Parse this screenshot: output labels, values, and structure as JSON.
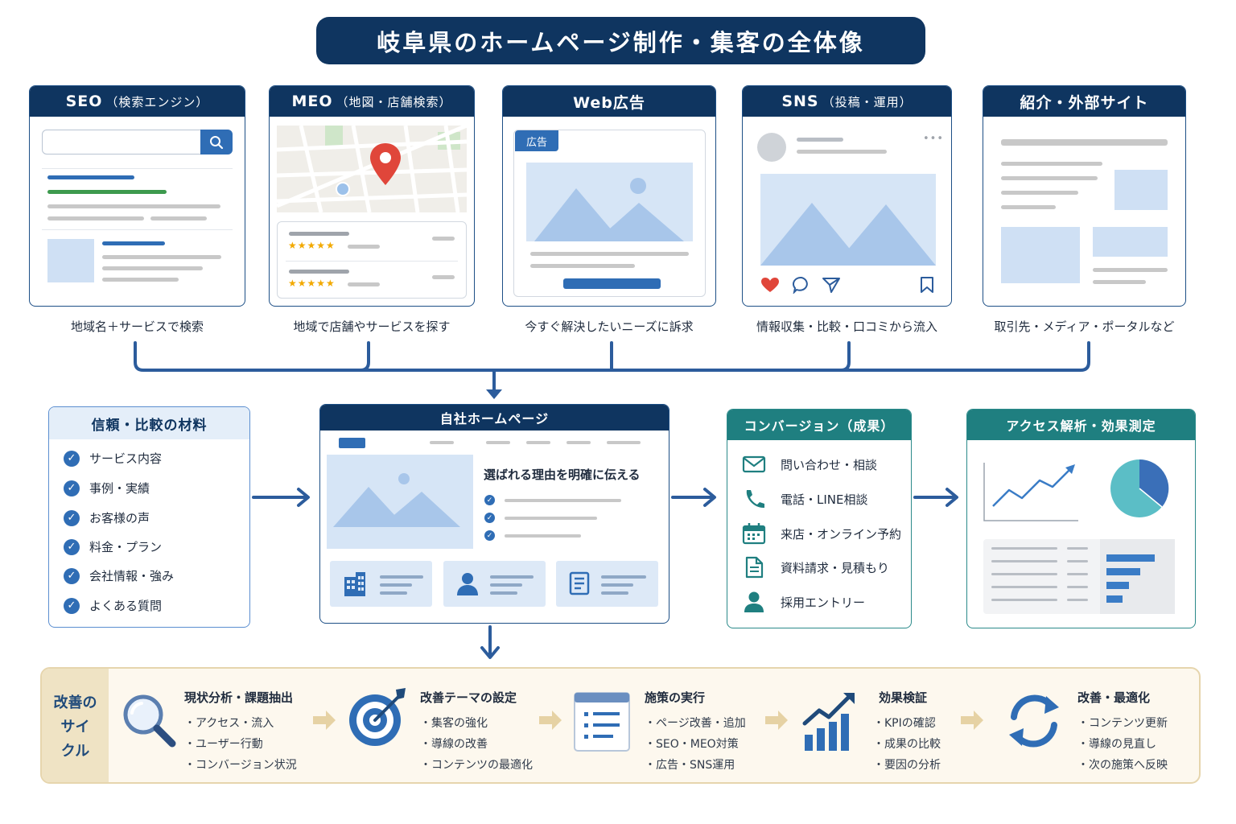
{
  "title": "岐阜県のホームページ制作・集客の全体像",
  "channels": [
    {
      "name": "SEO",
      "sub": "（検索エンジン）",
      "caption": "地域名＋サービスで検索"
    },
    {
      "name": "MEO",
      "sub": "（地図・店舗検索）",
      "caption": "地域で店舗やサービスを探す"
    },
    {
      "name": "Web広告",
      "sub": "",
      "caption": "今すぐ解決したいニーズに訴求",
      "ad_badge": "広告"
    },
    {
      "name": "SNS",
      "sub": "（投稿・運用）",
      "caption": "情報収集・比較・口コミから流入"
    },
    {
      "name": "紹介・外部サイト",
      "sub": "",
      "caption": "取引先・メディア・ポータルなど"
    }
  ],
  "materials": {
    "title": "信頼・比較の材料",
    "items": [
      "サービス内容",
      "事例・実績",
      "お客様の声",
      "料金・プラン",
      "会社情報・強み",
      "よくある質問"
    ]
  },
  "homepage": {
    "title": "自社ホームページ",
    "hero_text": "選ばれる理由を明確に伝える"
  },
  "conversion": {
    "title": "コンバージョン（成果）",
    "items": [
      {
        "icon": "mail-icon",
        "label": "問い合わせ・相談"
      },
      {
        "icon": "phone-icon",
        "label": "電話・LINE相談"
      },
      {
        "icon": "calendar-icon",
        "label": "来店・オンライン予約"
      },
      {
        "icon": "document-icon",
        "label": "資料請求・見積もり"
      },
      {
        "icon": "person-icon",
        "label": "採用エントリー"
      }
    ]
  },
  "analysis": {
    "title": "アクセス解析・効果測定"
  },
  "cycle": {
    "label_lines": [
      "改善の",
      "サイ",
      "クル"
    ],
    "steps": [
      {
        "icon": "magnifier-icon",
        "title": "現状分析・課題抽出",
        "items": [
          "・アクセス・流入",
          "・ユーザー行動",
          "・コンバージョン状況"
        ]
      },
      {
        "icon": "target-icon",
        "title": "改善テーマの設定",
        "items": [
          "・集客の強化",
          "・導線の改善",
          "・コンテンツの最適化"
        ]
      },
      {
        "icon": "list-window-icon",
        "title": "施策の実行",
        "items": [
          "・ページ改善・追加",
          "・SEO・MEO対策",
          "・広告・SNS運用"
        ]
      },
      {
        "icon": "growth-chart-icon",
        "title": "効果検証",
        "items": [
          "・KPIの確認",
          "・成果の比較",
          "・要因の分析"
        ]
      },
      {
        "icon": "refresh-icon",
        "title": "改善・最適化",
        "items": [
          "・コンテンツ更新",
          "・導線の見直し",
          "・次の施策へ反映"
        ]
      }
    ]
  },
  "colors": {
    "navy": "#0f3560",
    "blue": "#2f6db5",
    "teal": "#1f7f80",
    "cream": "#fdf8ee",
    "star": "#f2a900",
    "pin": "#e0463a"
  }
}
